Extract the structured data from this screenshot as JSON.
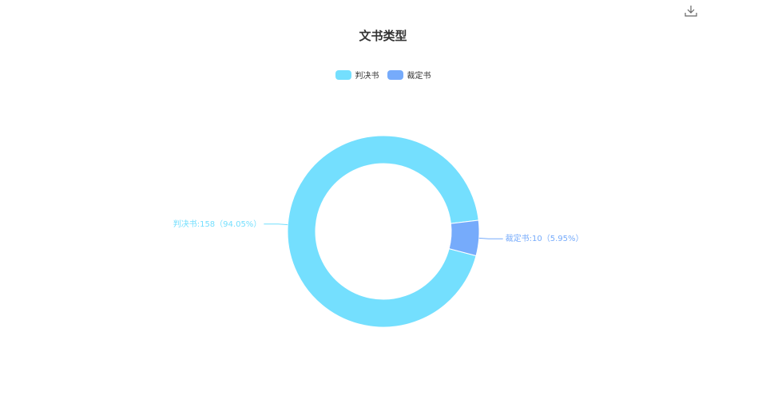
{
  "toolbar": {
    "download_icon": "download-icon"
  },
  "chart_data": {
    "type": "pie",
    "title": "文书类型",
    "donut": true,
    "legend_position": "top-center",
    "slices": [
      {
        "name": "判决书",
        "value": 158,
        "percent": "94.05%",
        "color": "#74dffe",
        "label": "判决书:158（94.05%）"
      },
      {
        "name": "裁定书",
        "value": 10,
        "percent": "5.95%",
        "color": "#76abfb",
        "label": "裁定书:10（5.95%）"
      }
    ]
  }
}
